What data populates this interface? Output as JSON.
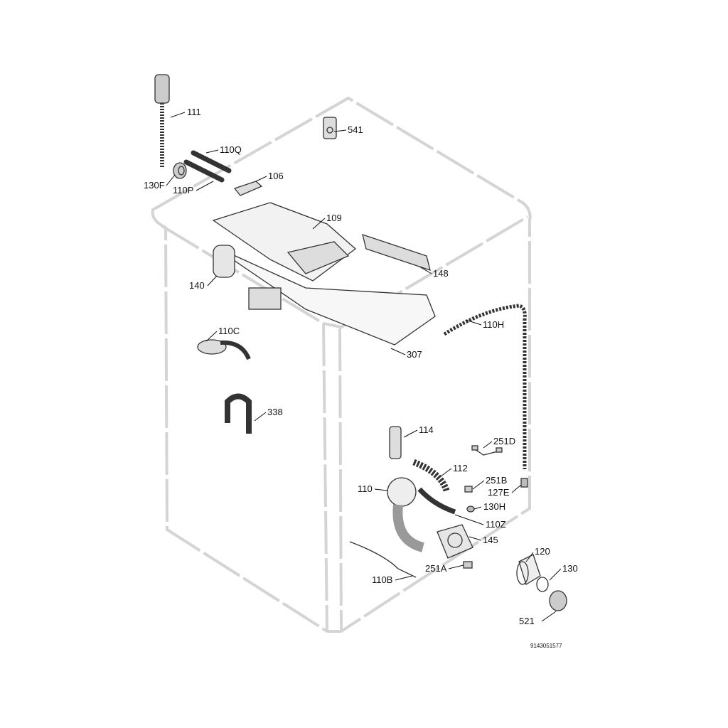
{
  "diagram": {
    "title": "Exploded parts diagram — washing machine cabinet",
    "document_code": "9143051577",
    "colors": {
      "outline": "#d4d4d4",
      "part": "#333333",
      "label": "#111111"
    },
    "parts": [
      {
        "id": "111",
        "label": "111"
      },
      {
        "id": "541",
        "label": "541"
      },
      {
        "id": "110Q",
        "label": "110Q"
      },
      {
        "id": "106",
        "label": "106"
      },
      {
        "id": "130F",
        "label": "130F"
      },
      {
        "id": "110P",
        "label": "110P"
      },
      {
        "id": "109",
        "label": "109"
      },
      {
        "id": "148",
        "label": "148"
      },
      {
        "id": "140",
        "label": "140"
      },
      {
        "id": "110C",
        "label": "110C"
      },
      {
        "id": "110H",
        "label": "110H"
      },
      {
        "id": "307",
        "label": "307"
      },
      {
        "id": "338",
        "label": "338"
      },
      {
        "id": "114",
        "label": "114"
      },
      {
        "id": "251D",
        "label": "251D"
      },
      {
        "id": "112",
        "label": "112"
      },
      {
        "id": "251B",
        "label": "251B"
      },
      {
        "id": "110",
        "label": "110"
      },
      {
        "id": "127E",
        "label": "127E"
      },
      {
        "id": "130H",
        "label": "130H"
      },
      {
        "id": "110Z",
        "label": "110Z"
      },
      {
        "id": "145",
        "label": "145"
      },
      {
        "id": "120",
        "label": "120"
      },
      {
        "id": "130",
        "label": "130"
      },
      {
        "id": "251A",
        "label": "251A"
      },
      {
        "id": "110B",
        "label": "110B"
      },
      {
        "id": "521",
        "label": "521"
      }
    ]
  }
}
